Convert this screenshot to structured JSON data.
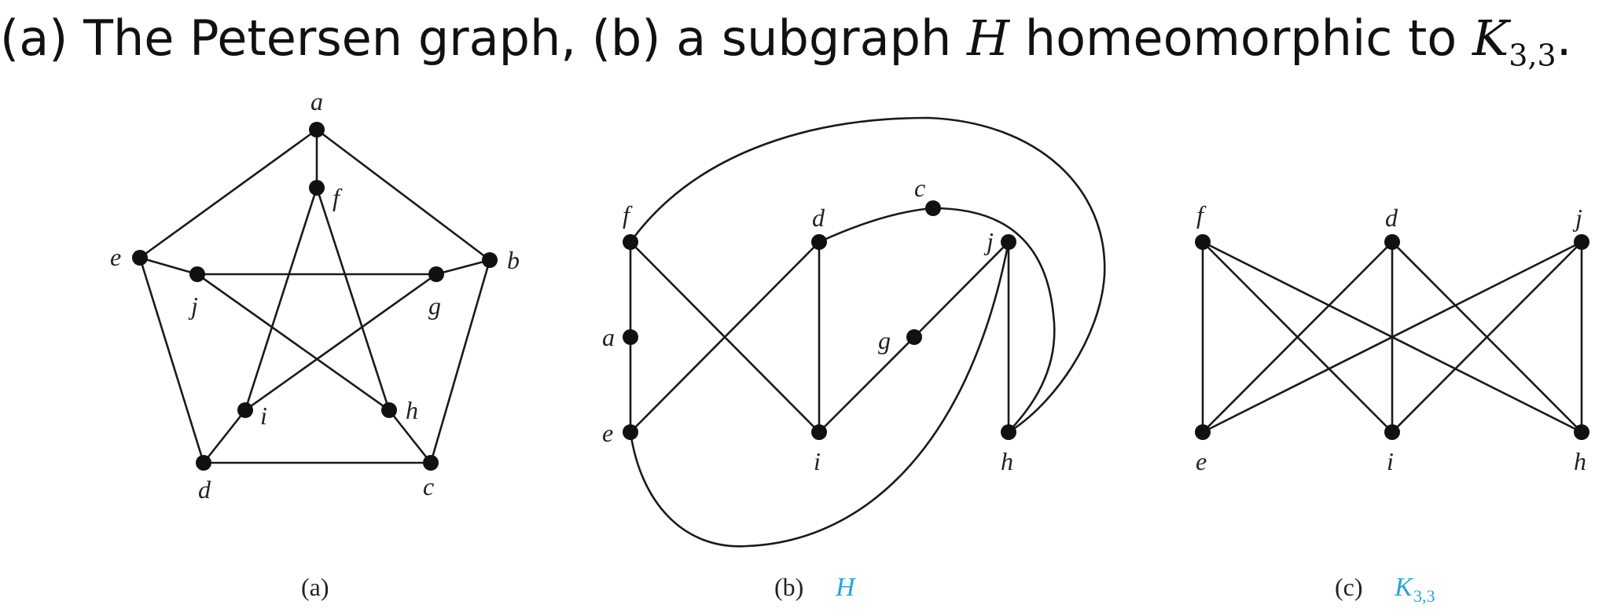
{
  "title": {
    "prefix": "(a) The Petersen graph, (b) a subgraph ",
    "subgraph_name": "H",
    "middle": " homeomorphic to ",
    "k_name": "K",
    "k_sub": "3,3",
    "suffix": "."
  },
  "panels": {
    "a": {
      "caption": "(a)",
      "vertices": [
        "a",
        "b",
        "c",
        "d",
        "e",
        "f",
        "g",
        "h",
        "i",
        "j"
      ]
    },
    "b": {
      "caption": "(b)",
      "caption_name": "H",
      "vertices": [
        "f",
        "d",
        "c",
        "j",
        "a",
        "g",
        "e",
        "i",
        "h"
      ]
    },
    "c": {
      "caption": "(c)",
      "caption_name": "K",
      "caption_sub": "3,3",
      "vertices": [
        "f",
        "d",
        "j",
        "e",
        "i",
        "h"
      ]
    }
  },
  "colors": {
    "accent": "#29a3e0",
    "ink": "#1a1a1a"
  }
}
